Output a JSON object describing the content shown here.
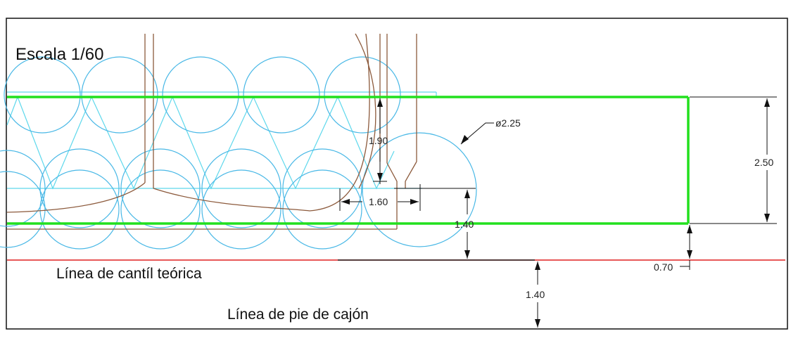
{
  "title": "Escala 1/60",
  "labels": {
    "theoretical_line": "Línea de cantíl teórica",
    "caisson_foot_line": "Línea de pie de cajón"
  },
  "dimensions": {
    "diameter": "ø2.25",
    "d_190": "1.90",
    "d_160": "1.60",
    "d_140_mid": "1.40",
    "d_250": "2.50",
    "d_070": "0.70",
    "d_140_low": "1.40"
  },
  "colors": {
    "frame": "#111111",
    "green_outline": "#22e01e",
    "cyan_circles": "#49b8e6",
    "cyan_zigzag": "#5ed8ec",
    "brown_lines": "#8c5a3c",
    "red_line": "#e02020",
    "dimension_lines": "#111111"
  }
}
